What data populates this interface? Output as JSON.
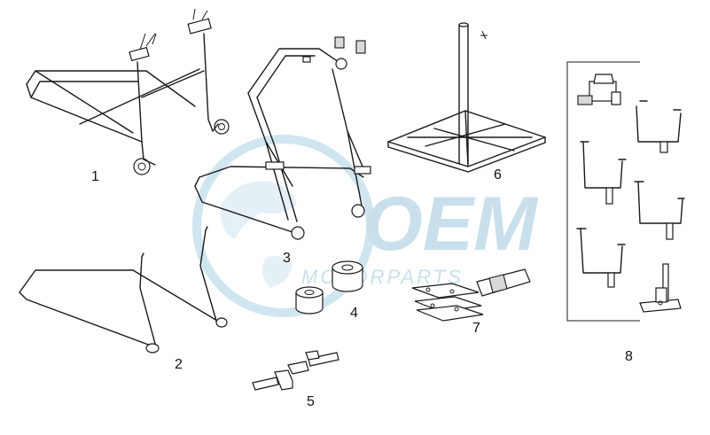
{
  "watermark": {
    "brand": "OEM",
    "tagline": "MOTORPARTS",
    "color": "#8fc1da"
  },
  "callouts": {
    "c1": "1",
    "c2": "2",
    "c3": "3",
    "c4": "4",
    "c5": "5",
    "c6": "6",
    "c7": "7",
    "c8": "8"
  },
  "colors": {
    "line": "#1a1a1a",
    "background": "#ffffff"
  }
}
